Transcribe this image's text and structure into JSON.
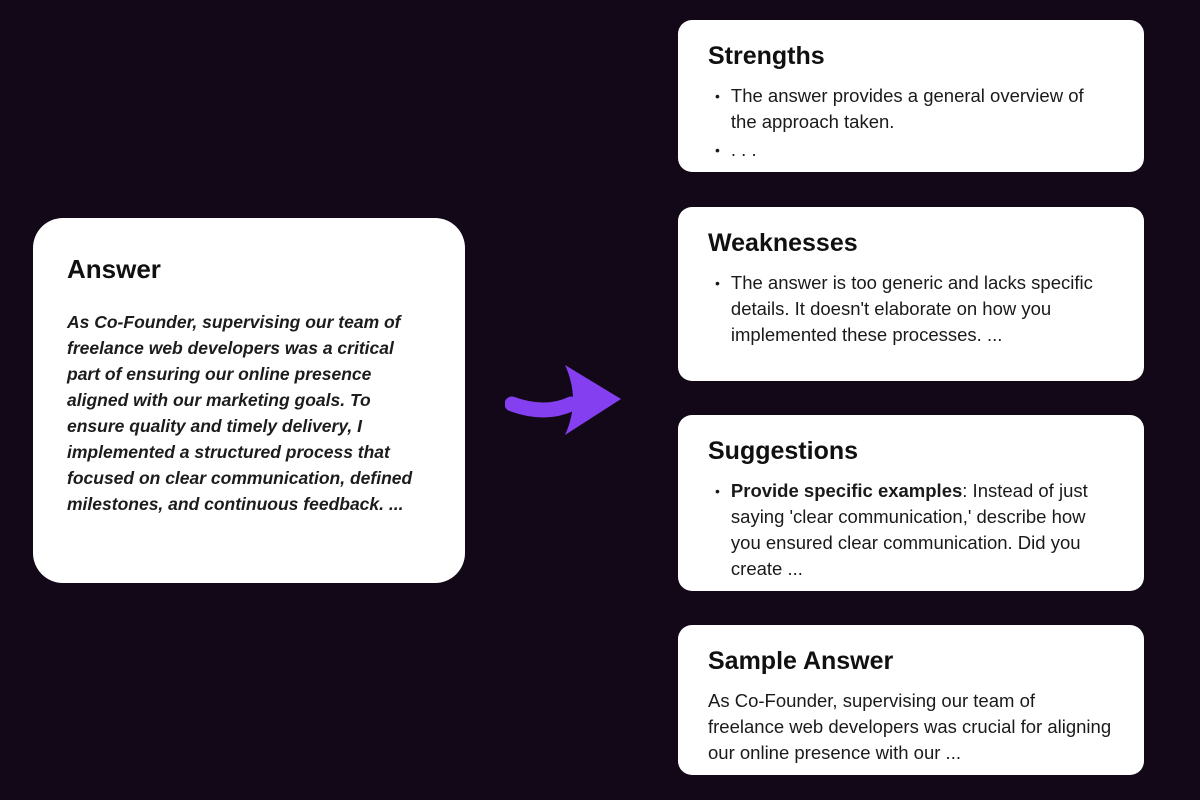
{
  "colors": {
    "background": "#120818",
    "card_background": "#ffffff",
    "arrow": "#8440f0",
    "text": "#1a1a1a"
  },
  "icons": {
    "bullet": "•",
    "arrow_icon_name": "right-arrow-icon"
  },
  "answer_card": {
    "title": "Answer",
    "body": "As Co-Founder, supervising our team of freelance web developers was a critical part of ensuring our online presence aligned with our marketing goals. To ensure quality and timely delivery, I implemented a structured process that focused on clear communication, defined milestones, and continuous feedback. ..."
  },
  "feedback_cards": {
    "strengths": {
      "title": "Strengths",
      "bullets": [
        "The answer provides a general overview of the approach taken.",
        ". . ."
      ]
    },
    "weaknesses": {
      "title": "Weaknesses",
      "bullets": [
        "The answer is too generic and lacks specific details. It doesn't elaborate on how you implemented these processes. ..."
      ]
    },
    "suggestions": {
      "title": "Suggestions",
      "bullet_bold": "Provide specific examples",
      "bullet_rest": ": Instead of just saying 'clear communication,' describe how you ensured clear communication. Did you create ..."
    },
    "sample_answer": {
      "title": "Sample Answer",
      "body": "As Co-Founder, supervising our team of freelance web developers was crucial for aligning our online presence with our ..."
    }
  }
}
